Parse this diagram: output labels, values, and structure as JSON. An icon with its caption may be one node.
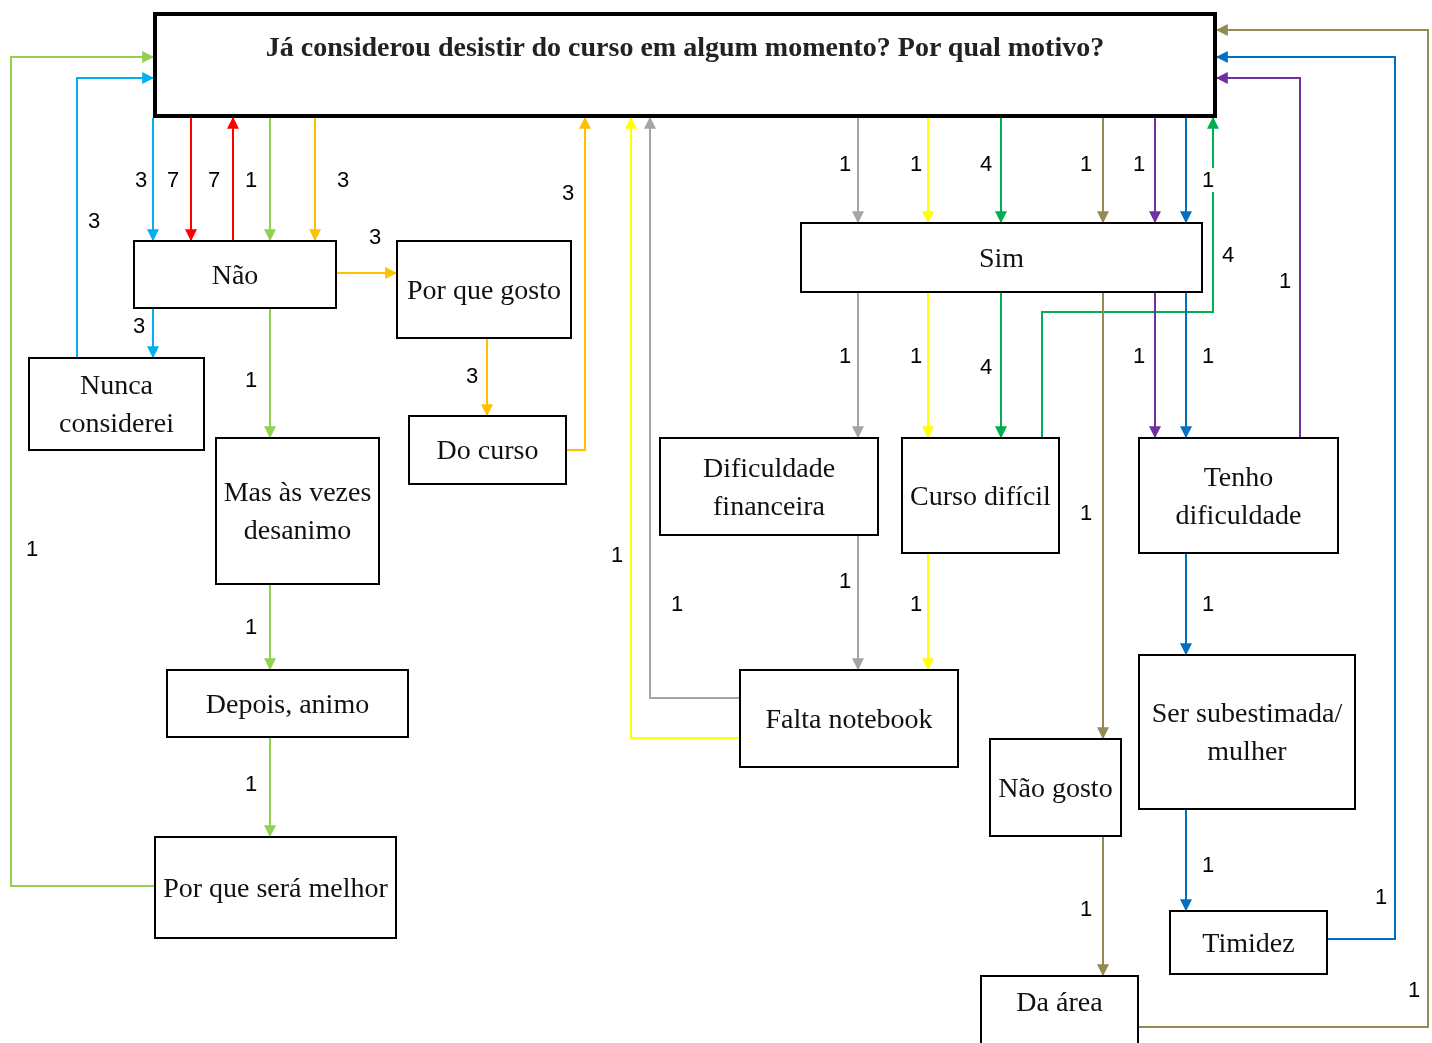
{
  "diagram": {
    "nodes": [
      {
        "text": [
          "Já considerou desistir do curso em algum momento? Por qual motivo?"
        ]
      },
      {
        "text": [
          "Não"
        ]
      },
      {
        "text": [
          "Por que gosto"
        ]
      },
      {
        "text": [
          "Nunca considerei"
        ]
      },
      {
        "text": [
          "Do curso"
        ]
      },
      {
        "text": [
          "Mas às vezes desanimo"
        ]
      },
      {
        "text": [
          "Depois, animo"
        ]
      },
      {
        "text": [
          "Por que será melhor"
        ]
      },
      {
        "text": [
          "Sim"
        ]
      },
      {
        "text": [
          "Dificuldade financeira"
        ]
      },
      {
        "text": [
          "Curso difícil"
        ]
      },
      {
        "text": [
          "Tenho dificuldade"
        ]
      },
      {
        "text": [
          "Falta notebook"
        ]
      },
      {
        "text": [
          "Não gosto"
        ]
      },
      {
        "text": [
          "Ser subestimada/ mulher"
        ]
      },
      {
        "text": [
          "Timidez"
        ]
      },
      {
        "text": [
          "Da área"
        ]
      }
    ],
    "edges": [
      {
        "from": 0,
        "to": 1,
        "arrow": "to",
        "label": "3",
        "color": "#00b0f0"
      },
      {
        "from": 0,
        "to": 1,
        "arrow": "to",
        "label": "7",
        "color": "#ff0000"
      },
      {
        "from": 1,
        "to": 0,
        "arrow": "to",
        "label": "7",
        "color": "#ff0000"
      },
      {
        "from": 0,
        "to": 1,
        "arrow": "to",
        "label": "1",
        "color": "#92d050"
      },
      {
        "from": 0,
        "to": 1,
        "arrow": "to",
        "label": "3",
        "color": "#ffc000"
      },
      {
        "from": 1,
        "to": 3,
        "arrow": "to",
        "label": "3",
        "color": "#00b0f0"
      },
      {
        "from": 3,
        "to": 0,
        "arrow": "to",
        "label": "3",
        "color": "#00b0f0"
      },
      {
        "from": 1,
        "to": 2,
        "arrow": "to",
        "label": "3",
        "color": "#ffc000"
      },
      {
        "from": 2,
        "to": 4,
        "arrow": "to",
        "label": "3",
        "color": "#ffc000"
      },
      {
        "from": 4,
        "to": 0,
        "arrow": "to",
        "label": "3",
        "color": "#ffc000"
      },
      {
        "from": 1,
        "to": 5,
        "arrow": "to",
        "label": "1",
        "color": "#92d050"
      },
      {
        "from": 5,
        "to": 6,
        "arrow": "to",
        "label": "1",
        "color": "#92d050"
      },
      {
        "from": 6,
        "to": 7,
        "arrow": "to",
        "label": "1",
        "color": "#92d050"
      },
      {
        "from": 7,
        "to": 0,
        "arrow": "to",
        "label": "1",
        "color": "#92d050"
      },
      {
        "from": 0,
        "to": 8,
        "arrow": "to",
        "label": "1",
        "color": "#a5a5a5"
      },
      {
        "from": 0,
        "to": 8,
        "arrow": "to",
        "label": "1",
        "color": "#ffff00"
      },
      {
        "from": 0,
        "to": 8,
        "arrow": "to",
        "label": "4",
        "color": "#00b050"
      },
      {
        "from": 10,
        "to": 0,
        "arrow": "to",
        "label": "4",
        "color": "#00b050"
      },
      {
        "from": 0,
        "to": 8,
        "arrow": "to",
        "label": "1",
        "color": "#948a54"
      },
      {
        "from": 0,
        "to": 8,
        "arrow": "to",
        "label": "1",
        "color": "#7030a0"
      },
      {
        "from": 0,
        "to": 8,
        "arrow": "to",
        "label": "1",
        "color": "#0070c0"
      },
      {
        "from": 8,
        "to": 9,
        "arrow": "to",
        "label": "1",
        "color": "#a5a5a5"
      },
      {
        "from": 8,
        "to": 10,
        "arrow": "to",
        "label": "1",
        "color": "#ffff00"
      },
      {
        "from": 8,
        "to": 10,
        "arrow": "to",
        "label": "4",
        "color": "#00b050"
      },
      {
        "from": 8,
        "to": 13,
        "arrow": "to",
        "label": "1",
        "color": "#948a54"
      },
      {
        "from": 8,
        "to": 11,
        "arrow": "to",
        "label": "1",
        "color": "#7030a0"
      },
      {
        "from": 8,
        "to": 11,
        "arrow": "to",
        "label": "1",
        "color": "#0070c0"
      },
      {
        "from": 11,
        "to": 0,
        "arrow": "to",
        "label": "1",
        "color": "#7030a0"
      },
      {
        "from": 9,
        "to": 12,
        "arrow": "to",
        "label": "1",
        "color": "#a5a5a5"
      },
      {
        "from": 10,
        "to": 12,
        "arrow": "to",
        "label": "1",
        "color": "#ffff00"
      },
      {
        "from": 12,
        "to": 0,
        "arrow": "to",
        "label": "1",
        "color": "#a5a5a5"
      },
      {
        "from": 12,
        "to": 0,
        "arrow": "to",
        "label": "1",
        "color": "#ffff00"
      },
      {
        "from": 11,
        "to": 14,
        "arrow": "to",
        "label": "1",
        "color": "#0070c0"
      },
      {
        "from": 14,
        "to": 15,
        "arrow": "to",
        "label": "1",
        "color": "#0070c0"
      },
      {
        "from": 15,
        "to": 0,
        "arrow": "to",
        "label": "1",
        "color": "#0070c0"
      },
      {
        "from": 13,
        "to": 16,
        "arrow": "to",
        "label": "1",
        "color": "#948a54"
      },
      {
        "from": 16,
        "to": 0,
        "arrow": "to",
        "label": "1",
        "color": "#948a54"
      }
    ]
  }
}
